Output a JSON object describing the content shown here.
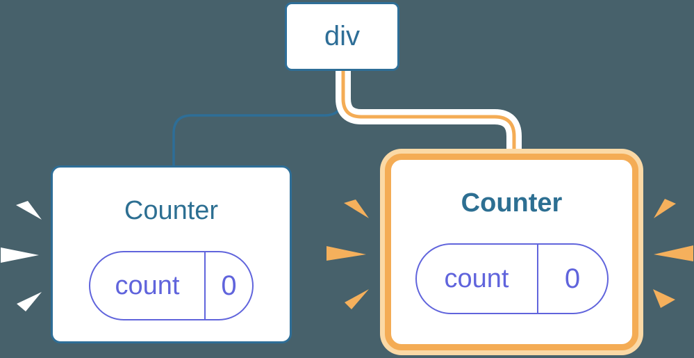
{
  "colors": {
    "background": "#47616B",
    "steel-blue": "#2E6E97",
    "title-blue": "#2D6F92",
    "indigo": "#6064DC",
    "orange": "#F4AC55",
    "pale-orange": "#FBD9A6",
    "spark-orange": "#F5B05C",
    "white": "#FFFFFF"
  },
  "tree": {
    "root": {
      "label": "div"
    },
    "children": [
      {
        "id": "left",
        "title": "Counter",
        "highlighted": false,
        "spark_color": "white",
        "state": {
          "name": "count",
          "value": "0"
        }
      },
      {
        "id": "right",
        "title": "Counter",
        "highlighted": true,
        "spark_color": "orange",
        "state": {
          "name": "count",
          "value": "0"
        }
      }
    ]
  }
}
